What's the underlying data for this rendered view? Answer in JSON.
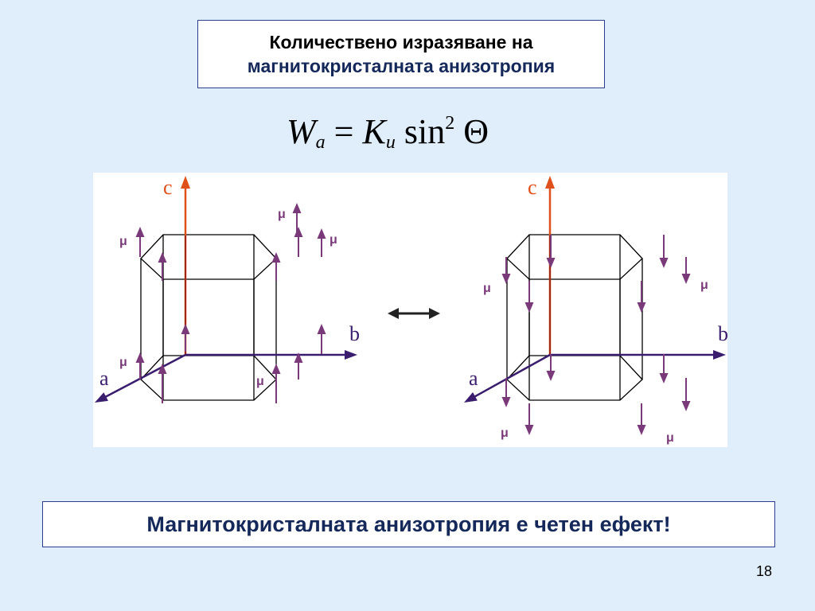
{
  "title": {
    "line1": "Количествено изразяване на",
    "line2": "магнитокристалната анизотропия"
  },
  "formula": {
    "W": "W",
    "W_sub": "a",
    "equals": "=",
    "K": "K",
    "K_sub": "u",
    "sin": "sin",
    "power": "2",
    "theta": "Θ"
  },
  "diagram": {
    "axis_labels": {
      "c": "c",
      "b": "b",
      "a": "a"
    },
    "moment_label": "μ",
    "colors": {
      "c_axis": "#e0501a",
      "c_axis_inner": "#8b1a10",
      "ab_axis": "#3a1d6e",
      "moment": "#7a3a7a",
      "prism": "#000000",
      "exchange_arrow": "#222222",
      "axis_label_c": "#e0501a",
      "axis_label_ab": "#3a1d6e"
    },
    "left_state": "up",
    "right_state": "down"
  },
  "conclusion": "Магнитокристалната анизотропия е четен ефект!",
  "page_number": "18"
}
